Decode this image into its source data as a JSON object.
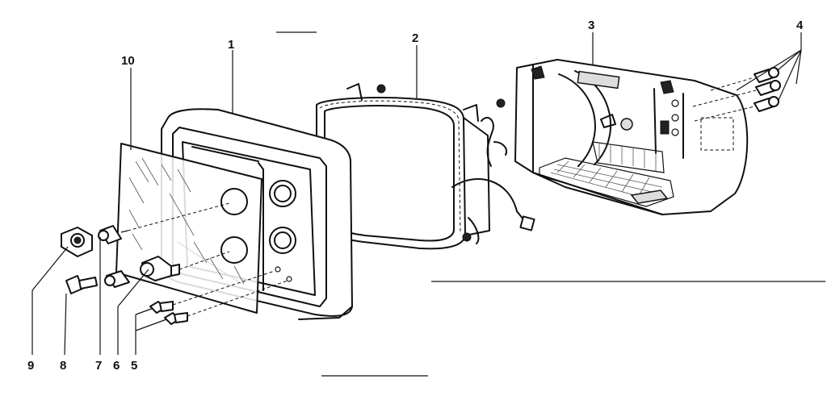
{
  "labels": {
    "p1": "1",
    "p2": "2",
    "p3": "3",
    "p4": "4",
    "p5": "5",
    "p6": "6",
    "p7": "7",
    "p8": "8",
    "p9": "9",
    "p10": "10"
  }
}
